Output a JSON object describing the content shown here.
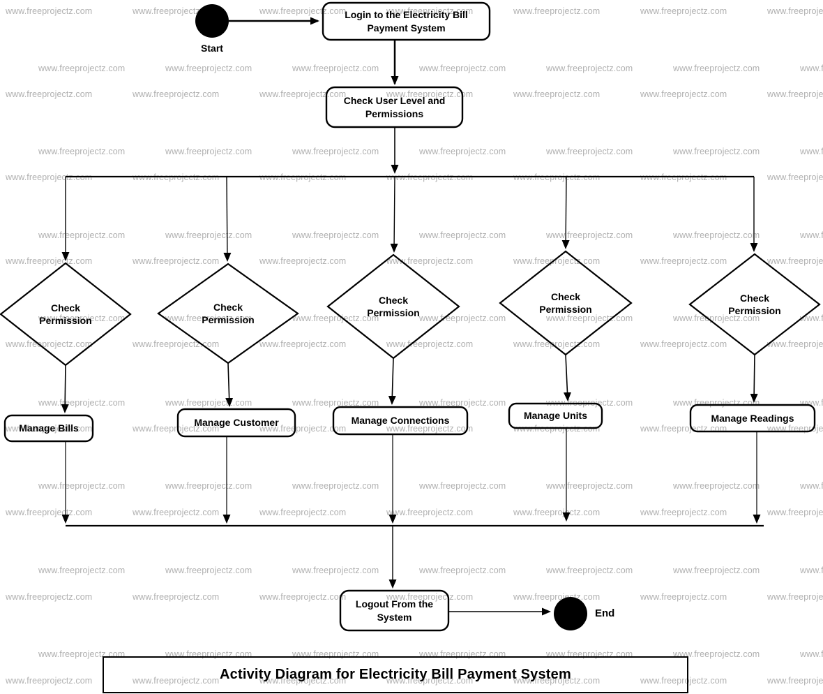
{
  "diagram": {
    "title": "Activity Diagram for Electricity Bill Payment System",
    "watermark_text": "www.freeprojectz.com",
    "start_label": "Start",
    "end_label": "End",
    "nodes": {
      "login": "Login to the Electricity Bill Payment System",
      "check_user": "Check User Level and Permissions",
      "manage_bills": "Manage Bills",
      "manage_customer": "Manage Customer",
      "manage_connections": "Manage Connections",
      "manage_units": "Manage Units",
      "manage_readings": "Manage Readings",
      "logout": "Logout From the System"
    },
    "decisions": [
      {
        "label": "Check Permission"
      },
      {
        "label": "Check Permission"
      },
      {
        "label": "Check Permission"
      },
      {
        "label": "Check Permission"
      },
      {
        "label": "Check Permission"
      }
    ],
    "colors": {
      "line": "#000000",
      "node_fill": "#ffffff",
      "node_border": "#000000",
      "watermark": "#b0b0b0"
    }
  }
}
